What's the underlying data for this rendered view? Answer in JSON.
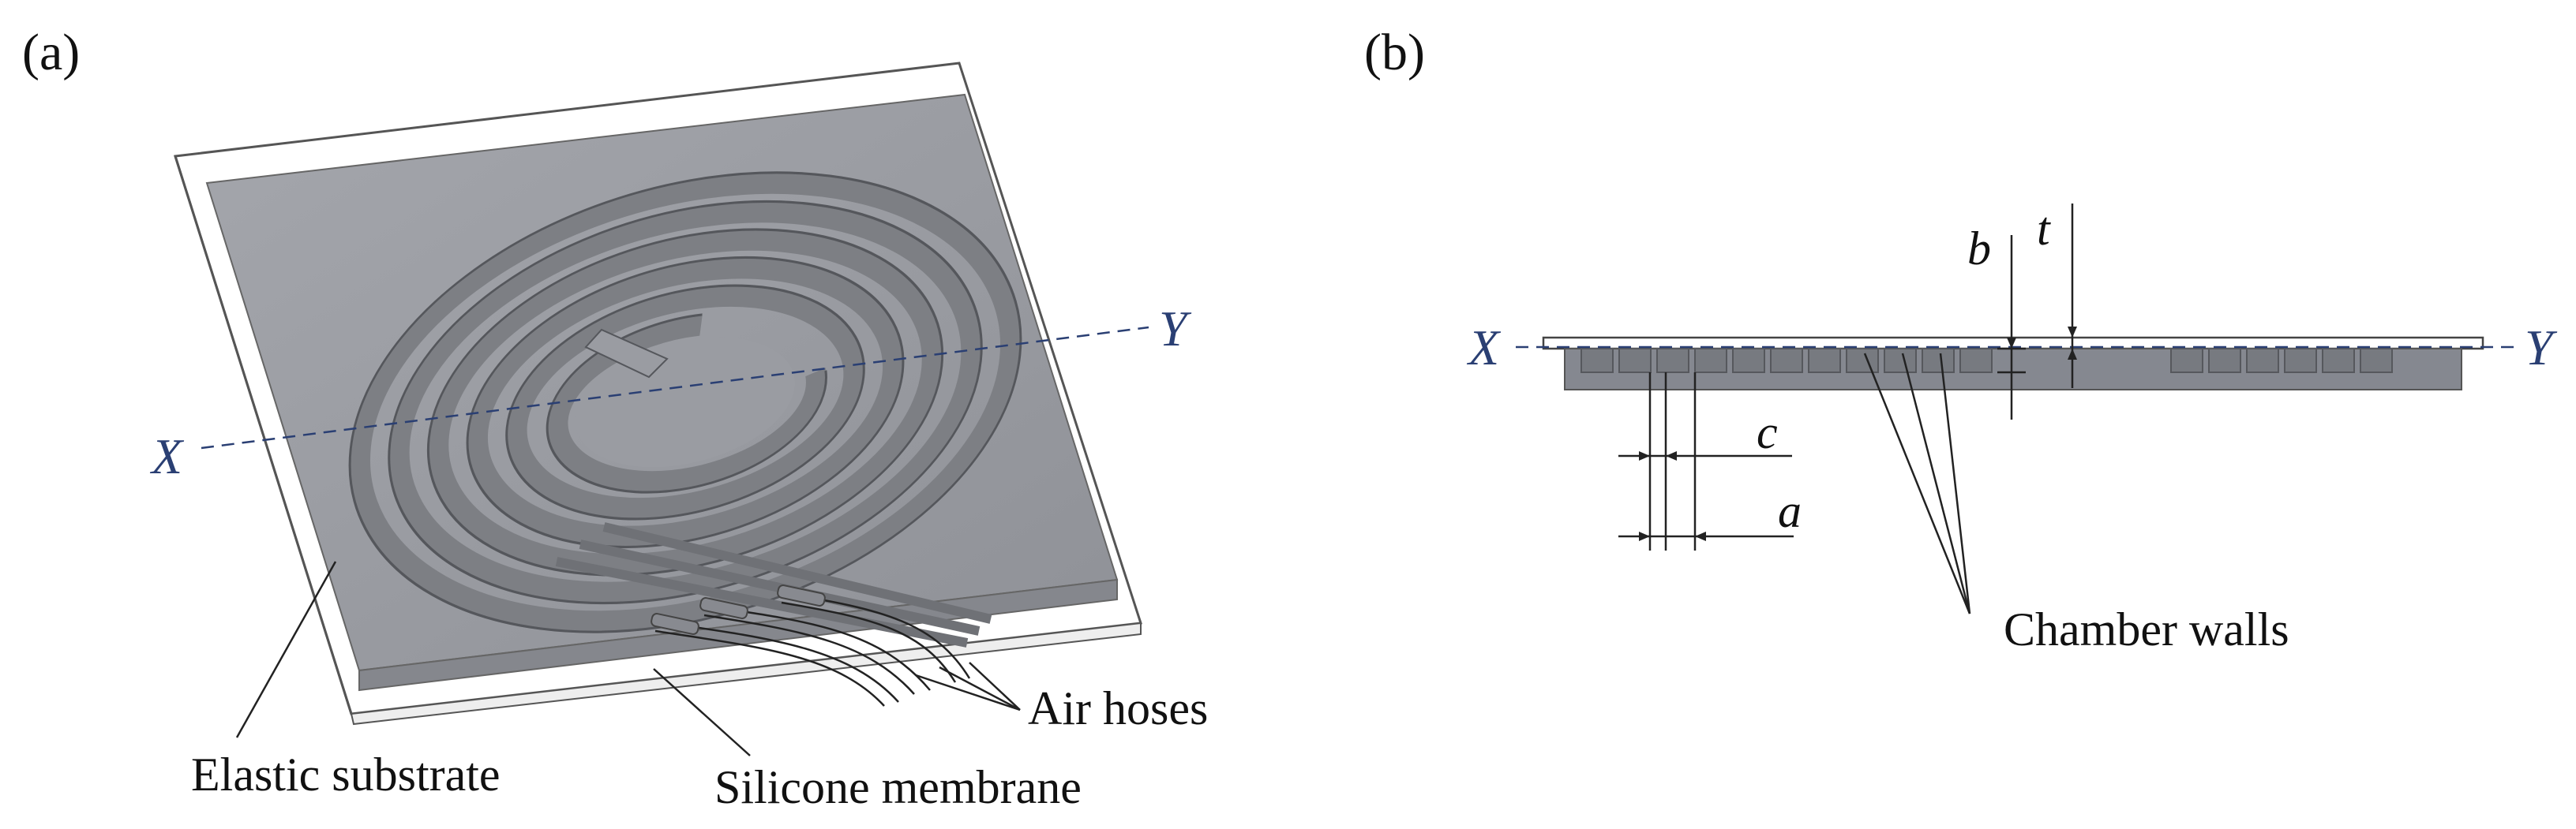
{
  "panel_a": {
    "label": "(a)",
    "x_axis": "X",
    "y_axis": "Y",
    "callouts": {
      "elastic_substrate": "Elastic substrate",
      "silicone_membrane": "Silicone membrane",
      "air_hoses": "Air hoses"
    }
  },
  "panel_b": {
    "label": "(b)",
    "x_axis": "X",
    "y_axis": "Y",
    "dimensions": {
      "a": "a",
      "b": "b",
      "c": "c",
      "t": "t"
    },
    "callouts": {
      "chamber_walls": "Chamber walls"
    }
  },
  "colors": {
    "substrate": "#9a9ca2",
    "membrane": "#ffffff",
    "chamber": "#7d7f84",
    "axis": "#2a3f73",
    "line": "#222222"
  }
}
